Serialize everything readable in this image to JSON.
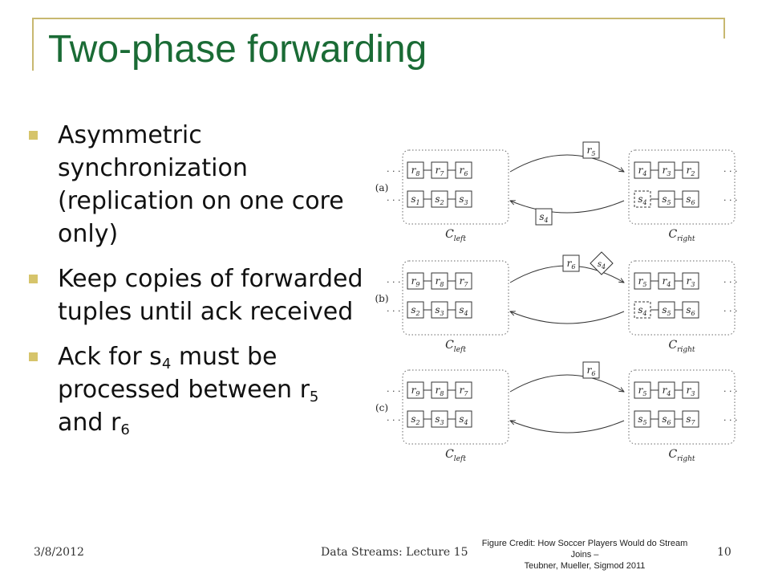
{
  "slide": {
    "title": "Two-phase forwarding",
    "bullets": [
      {
        "text": "Asymmetric synchronization (replication on one core only)"
      },
      {
        "text": "Keep copies of forwarded tuples until ack received"
      },
      {
        "pre": "Ack for s",
        "sub1": "4",
        "mid": " must be processed between r",
        "sub2": "5",
        "mid2": " and r",
        "sub3": "6"
      }
    ]
  },
  "figure": {
    "panels": [
      {
        "label": "(a)",
        "left_top": [
          "r8",
          "r7",
          "r6"
        ],
        "left_bottom": [
          "s1",
          "s2",
          "s3"
        ],
        "right_top": [
          "r4",
          "r3",
          "r2"
        ],
        "right_bottom": [
          "s4",
          "s5",
          "s6"
        ],
        "top_msg": [
          "r5"
        ],
        "bottom_msg": "s4",
        "left_name": "C",
        "left_sub": "left",
        "right_name": "C",
        "right_sub": "right"
      },
      {
        "label": "(b)",
        "left_top": [
          "r9",
          "r8",
          "r7"
        ],
        "left_bottom": [
          "s2",
          "s3",
          "s4"
        ],
        "right_top": [
          "r5",
          "r4",
          "r3"
        ],
        "right_bottom": [
          "s4",
          "s5",
          "s6"
        ],
        "top_msg": [
          "r6",
          "s4"
        ],
        "bottom_msg": "",
        "left_name": "C",
        "left_sub": "left",
        "right_name": "C",
        "right_sub": "right"
      },
      {
        "label": "(c)",
        "left_top": [
          "r9",
          "r8",
          "r7"
        ],
        "left_bottom": [
          "s2",
          "s3",
          "s4"
        ],
        "right_top": [
          "r5",
          "r4",
          "r3"
        ],
        "right_bottom": [
          "s5",
          "s6",
          "s7"
        ],
        "top_msg": [
          "r6"
        ],
        "bottom_msg": "",
        "left_name": "C",
        "left_sub": "left",
        "right_name": "C",
        "right_sub": "right"
      }
    ],
    "dots": "· · ·"
  },
  "footer": {
    "date": "3/8/2012",
    "course": "Data Streams: Lecture 15",
    "page": "10",
    "credit_line1": "Figure Credit: How Soccer Players Would do Stream Joins –",
    "credit_line2": "Teubner, Mueller, Sigmod 2011"
  },
  "colors": {
    "title": "#1a6b35",
    "bullet": "#d6c46b",
    "frame": "#c8b870"
  }
}
